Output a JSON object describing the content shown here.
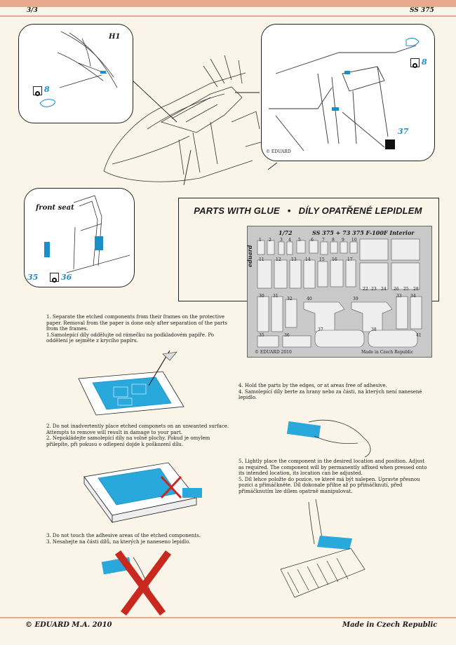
{
  "header": {
    "page": "3/3",
    "code": "SS 375"
  },
  "callouts": {
    "h1": "H1",
    "eight_left": "8",
    "eight_right": "8",
    "thirtyseven": "37",
    "front_seat": "front seat",
    "thirtyfive": "35",
    "thirtysix": "36",
    "copyright_inset": "© EDUARD"
  },
  "glue_section": {
    "title_en": "PARTS WITH GLUE",
    "bullet": "•",
    "title_cz": "DÍLY OPATŘENÉ LEPIDLEM"
  },
  "fret": {
    "scale": "1/72",
    "label": "SS 375 + 73 375  F-100F Interior",
    "brand": "eduard",
    "copyright": "© EDUARD 2010",
    "made_in": "Made in Czech Republic",
    "part_numbers": [
      "1",
      "2",
      "3",
      "4",
      "5",
      "6",
      "7",
      "8",
      "9",
      "10",
      "11",
      "12",
      "13",
      "14",
      "15",
      "16",
      "17",
      "22",
      "23",
      "24",
      "26",
      "25",
      "28",
      "30",
      "31",
      "32",
      "33",
      "34",
      "35",
      "36",
      "37",
      "38",
      "39",
      "40",
      "41"
    ]
  },
  "instructions": {
    "step1_en": "1. Separate the etched components from their frames on the protective paper. Removal from the paper is done only after separation of the parts from the frames.",
    "step1_cz": "1.Samolepící díly oddělujte od rámečku na podkladovém papíře. Po oddělení je sejměte z krycího papíru.",
    "step2_en": "2. Do not inadvertently place etched componets on an unwanted surface. Attempts to remove will result in damage to your part.",
    "step2_cz": "2. Nepokládejte samolepící díly na volné plochy. Pokud je omylem přilepíte, při pokusu o odlepení dojde k poškození dílu.",
    "step3_en": "3. Do not touch the adhesive areas of the etched components.",
    "step3_cz": "3. Nesahejte na části dílů, na kterých je naneseno lepidlo.",
    "step4_en": "4. Hold the parts by the edges, or at areas free of adhesive.",
    "step4_cz": "4. Samolepící díly berte za hrany nebo za části, na kterých není nanesené lepidlo.",
    "step5_en": "5. Lightly place the component in the desired location and position. Adjust as required. The component will by permanently affixed when pressed onto its intended location, its location can be adjusted.",
    "step5_cz": "5. Díl lehce položte do pozice, ve které má být nalepen. Upravte přesnou pozici a přimáčkněte. Díl dokonale přilne až po přimáčknutí, před přimáčknutím lze dílem opatrně manipulovat."
  },
  "footer": {
    "left": "© EDUARD  M.A. 2010",
    "right": "Made in Czech Republic"
  },
  "colors": {
    "accent_blue": "#1b8fc5",
    "stripe": "#e9a98f",
    "cross_red": "#c8281e"
  }
}
